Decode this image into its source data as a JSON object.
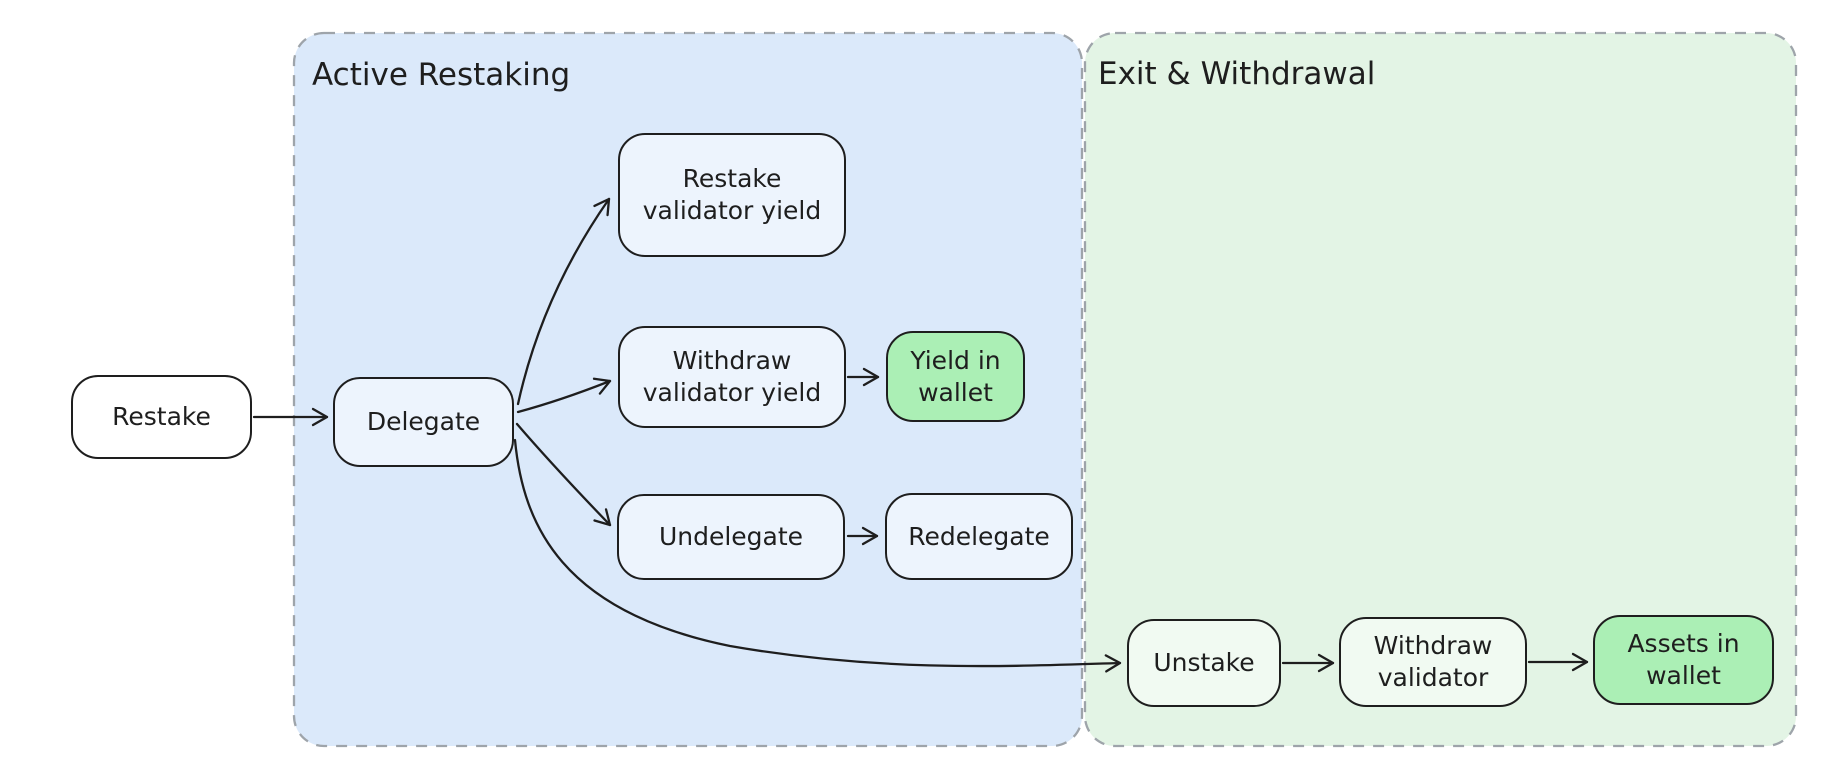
{
  "diagram": {
    "regions": [
      {
        "id": "active-restaking",
        "label": "Active Restaking",
        "background": "#dbe9fa"
      },
      {
        "id": "exit-withdrawal",
        "label": "Exit & Withdrawal",
        "background": "#e3f4e5"
      }
    ],
    "nodes": [
      {
        "id": "restake",
        "label": "Restake",
        "fill": "#ffffff",
        "region": "none"
      },
      {
        "id": "delegate",
        "label": "Delegate",
        "fill": "#ffffff80",
        "region": "active-restaking"
      },
      {
        "id": "restake-validator-yield",
        "label": "Restake\nvalidator yield",
        "fill": "#ffffff80",
        "region": "active-restaking"
      },
      {
        "id": "withdraw-validator-yield",
        "label": "Withdraw\nvalidator yield",
        "fill": "#ffffff80",
        "region": "active-restaking"
      },
      {
        "id": "yield-in-wallet",
        "label": "Yield in\nwallet",
        "fill": "#abefb5",
        "region": "active-restaking"
      },
      {
        "id": "undelegate",
        "label": "Undelegate",
        "fill": "#ffffff80",
        "region": "active-restaking"
      },
      {
        "id": "redelegate",
        "label": "Redelegate",
        "fill": "#ffffff80",
        "region": "active-restaking"
      },
      {
        "id": "unstake",
        "label": "Unstake",
        "fill": "#ffffff80",
        "region": "exit-withdrawal"
      },
      {
        "id": "withdraw-validator",
        "label": "Withdraw\nvalidator",
        "fill": "#ffffff80",
        "region": "exit-withdrawal"
      },
      {
        "id": "assets-in-wallet",
        "label": "Assets in\nwallet",
        "fill": "#abefb5",
        "region": "exit-withdrawal"
      }
    ],
    "edges": [
      {
        "from": "restake",
        "to": "delegate"
      },
      {
        "from": "delegate",
        "to": "restake-validator-yield"
      },
      {
        "from": "delegate",
        "to": "withdraw-validator-yield"
      },
      {
        "from": "delegate",
        "to": "undelegate"
      },
      {
        "from": "delegate",
        "to": "unstake"
      },
      {
        "from": "withdraw-validator-yield",
        "to": "yield-in-wallet"
      },
      {
        "from": "undelegate",
        "to": "redelegate"
      },
      {
        "from": "unstake",
        "to": "withdraw-validator"
      },
      {
        "from": "withdraw-validator",
        "to": "assets-in-wallet"
      }
    ],
    "colors": {
      "stroke": "#1e1e1e",
      "text": "#1e1e1e",
      "region_border": "#9ea4aa",
      "active_restaking_bg": "#dbe9fa",
      "exit_withdrawal_bg": "#e3f4e5",
      "wallet_node_fill": "#abefb5",
      "page_bg": "#ffffff"
    }
  }
}
